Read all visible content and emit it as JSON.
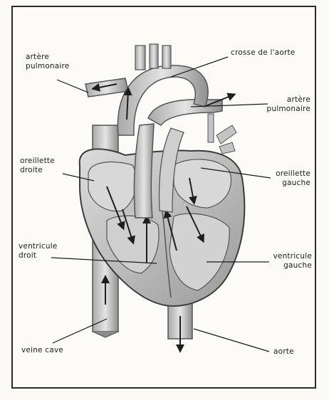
{
  "labels": {
    "arter_pulm_left": "artère\npulmonaire",
    "crosse_aorte": "crosse de l'aorte",
    "arter_pulm_right": "artère\npulmonaire",
    "oreillette_droite": "oreillette\ndroite",
    "oreillette_gauche": "oreillette\ngauche",
    "ventricule_droit": "ventricule\ndroit",
    "ventricule_gauche": "ventricule\ngauche",
    "veine_cave": "veine cave",
    "aorte": "aorte"
  }
}
